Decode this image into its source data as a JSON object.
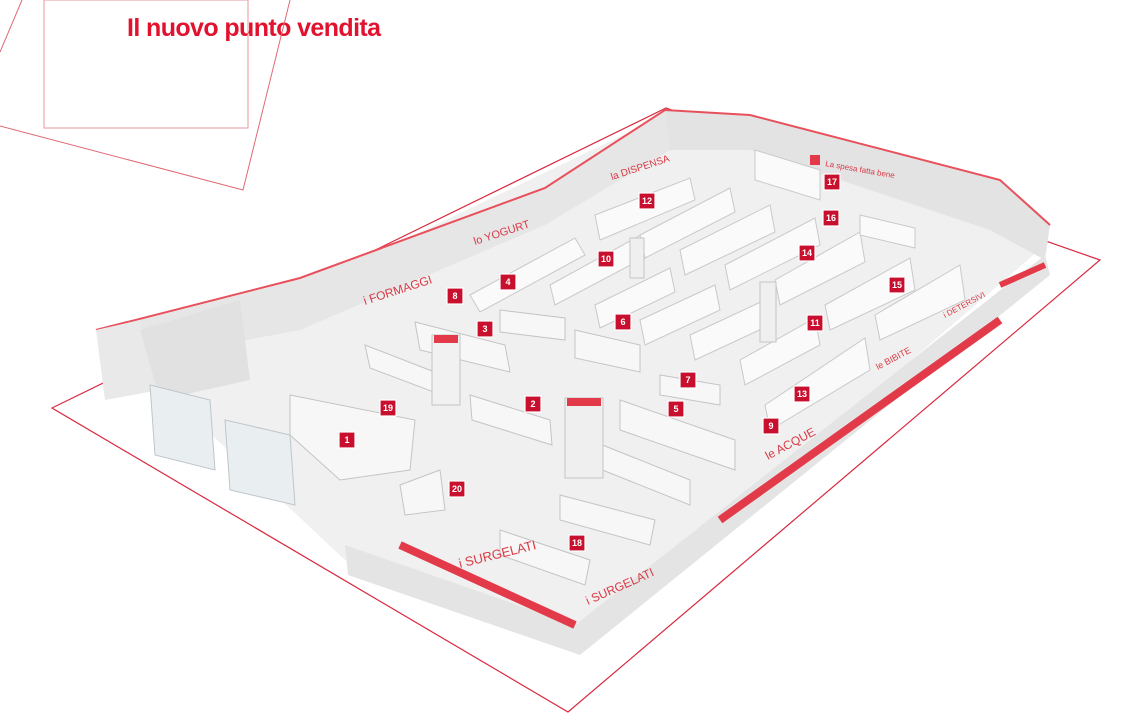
{
  "title": "Il nuovo punto vendita",
  "brand_color": "#e2122f",
  "marker_color": "#c8102e",
  "signs": {
    "formaggi": "i FORMAGGI",
    "yogurt": "lo YOGURT",
    "dispensa": "la DISPENSA",
    "spesa": "La spesa fatta bene",
    "surgelati_1": "i SURGELATI",
    "surgelati_2": "i SURGELATI",
    "acque": "le ACQUE",
    "bibite": "le BIBITE",
    "detersivi": "i DETERSIVI"
  },
  "markers": [
    "1",
    "2",
    "3",
    "4",
    "5",
    "6",
    "7",
    "8",
    "9",
    "10",
    "11",
    "12",
    "13",
    "14",
    "15",
    "16",
    "17",
    "18",
    "19",
    "20"
  ]
}
